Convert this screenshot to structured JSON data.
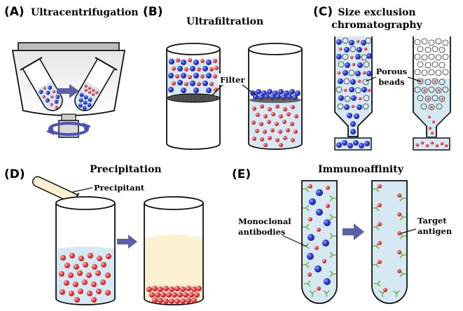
{
  "colors": {
    "buffer": "#d6e9f3",
    "red_particle": "#e8383d",
    "blue_particle": "#2e3fd6",
    "precipitant": "#fbf0cf",
    "arrow": "#5a5fa8",
    "antibody": "#7ab648"
  },
  "panels": {
    "a": {
      "letter": "(A)",
      "title": "Ultracentrifugation",
      "icon": "rotation-arrow"
    },
    "b": {
      "letter": "(B)",
      "title": "Ultrafiltration",
      "callout": "Filter"
    },
    "c": {
      "letter": "(C)",
      "title_line1": "Size exclusion",
      "title_line2": "chromatography",
      "callout_line1": "Porous",
      "callout_line2": "beads"
    },
    "d": {
      "letter": "(D)",
      "title": "Precipitation",
      "callout": "Precipitant"
    },
    "e": {
      "letter": "(E)",
      "title": "Immunoaffinity",
      "callout_left_line1": "Monoclonal",
      "callout_left_line2": "antibodies",
      "callout_right_line1": "Target",
      "callout_right_line2": "antigen"
    }
  }
}
